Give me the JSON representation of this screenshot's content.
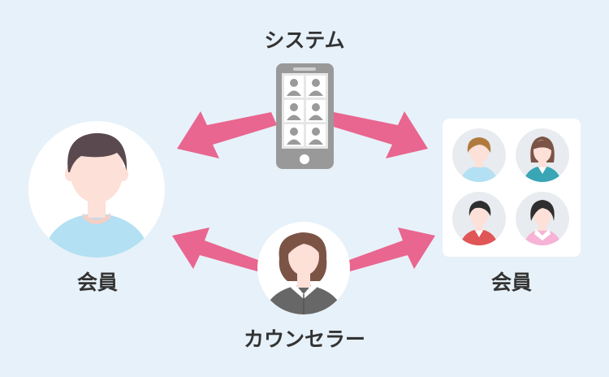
{
  "labels": {
    "system": "システム",
    "member_left": "会員",
    "member_right": "会員",
    "counselor": "カウンセラー"
  },
  "colors": {
    "background": "#e7f1f9",
    "arrow": "#e8668f",
    "phone_body": "#999999",
    "phone_screen": "#e6e6e6",
    "skin": "#fde0d8",
    "male_hair": "#5a4a4f",
    "male_shirt": "#b3e0f2",
    "counselor_hair": "#7b5446",
    "counselor_jacket": "#676767",
    "text": "#333333"
  },
  "icons": [
    "smartphone-icon",
    "male-member-icon",
    "counselor-icon",
    "member-group-icon"
  ]
}
